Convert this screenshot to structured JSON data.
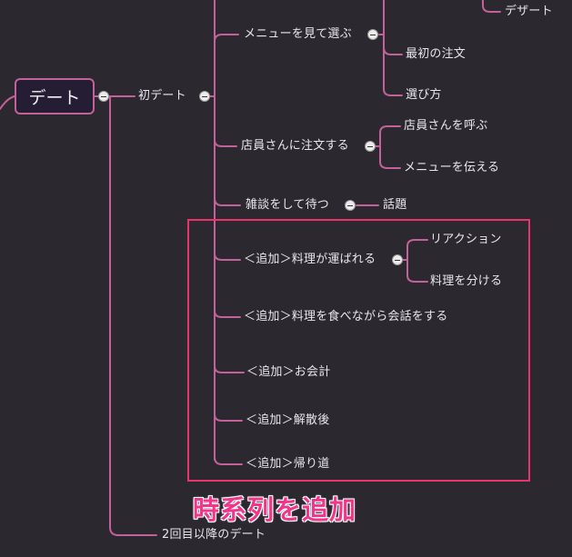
{
  "mindmap": {
    "root": "デート",
    "first_date": "初デート",
    "topics": {
      "choose_menu": "メニューを見て選ぶ",
      "dessert": "デザート",
      "first_order": "最初の注文",
      "how_to_choose": "選び方",
      "order_to_staff": "店員さんに注文する",
      "call_staff": "店員さんを呼ぶ",
      "tell_menu": "メニューを伝える",
      "chat_wait": "雑談をして待つ",
      "topic": "話題",
      "food_arrives": "＜追加＞料理が運ばれる",
      "reaction": "リアクション",
      "share_food": "料理を分ける",
      "eat_and_talk": "＜追加＞料理を食べながら会話をする",
      "bill": "＜追加＞お会計",
      "after_parting": "＜追加＞解散後",
      "way_home": "＜追加＞帰り道"
    },
    "second_date": "2回目以降のデート"
  },
  "annotation": {
    "callout": "時系列を追加",
    "highlight_color": "#e8336d"
  },
  "colors": {
    "background": "#2c2830",
    "branch": "#c2619a",
    "root_fill": "#251d34"
  }
}
